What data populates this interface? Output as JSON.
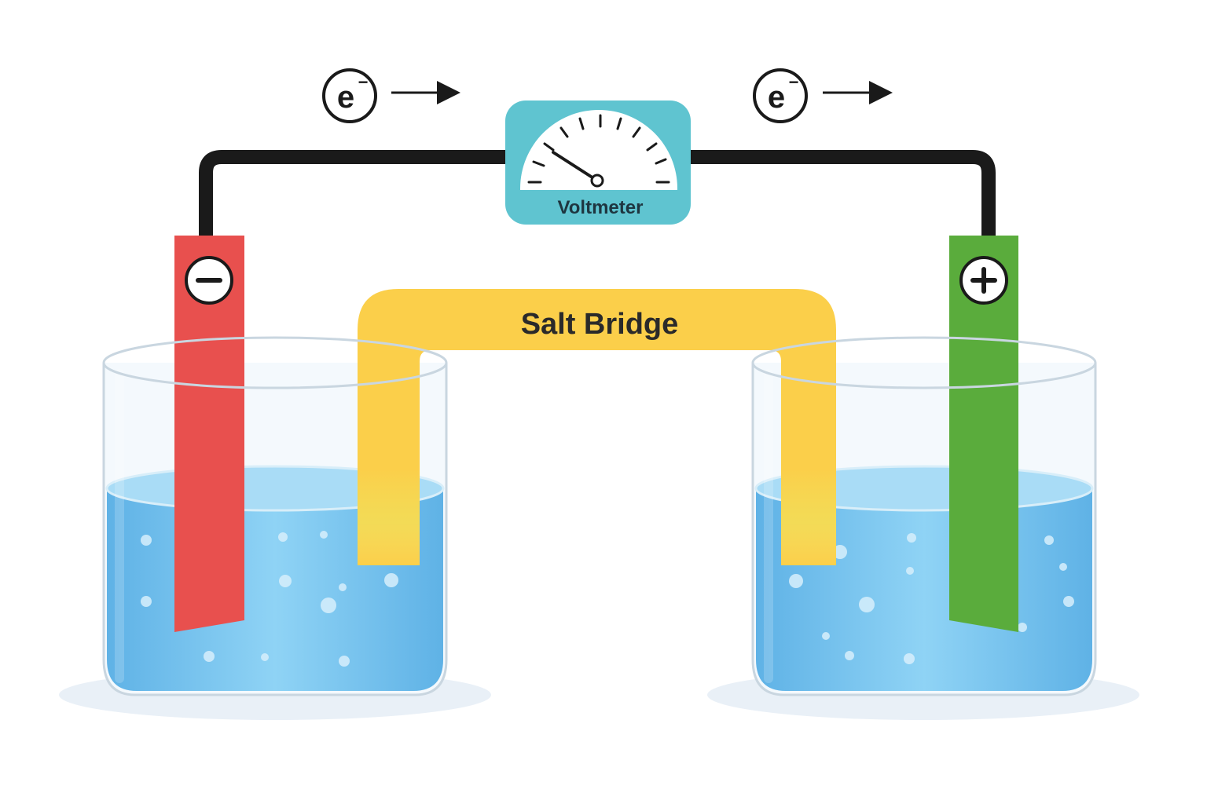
{
  "electron_flow": {
    "left": {
      "symbol": "e",
      "charge": "−"
    },
    "right": {
      "symbol": "e",
      "charge": "−"
    }
  },
  "voltmeter": {
    "label": "Voltmeter"
  },
  "salt_bridge": {
    "label": "Salt Bridge"
  },
  "anode": {
    "sign": "−",
    "color": "#e8504e"
  },
  "cathode": {
    "sign": "+",
    "color": "#5aac3c"
  },
  "colors": {
    "wire": "#1a1a1a",
    "voltmeter_body": "#5fc4d0",
    "salt_bridge": "#fbcf4a",
    "solution": "#6cb9ea"
  }
}
